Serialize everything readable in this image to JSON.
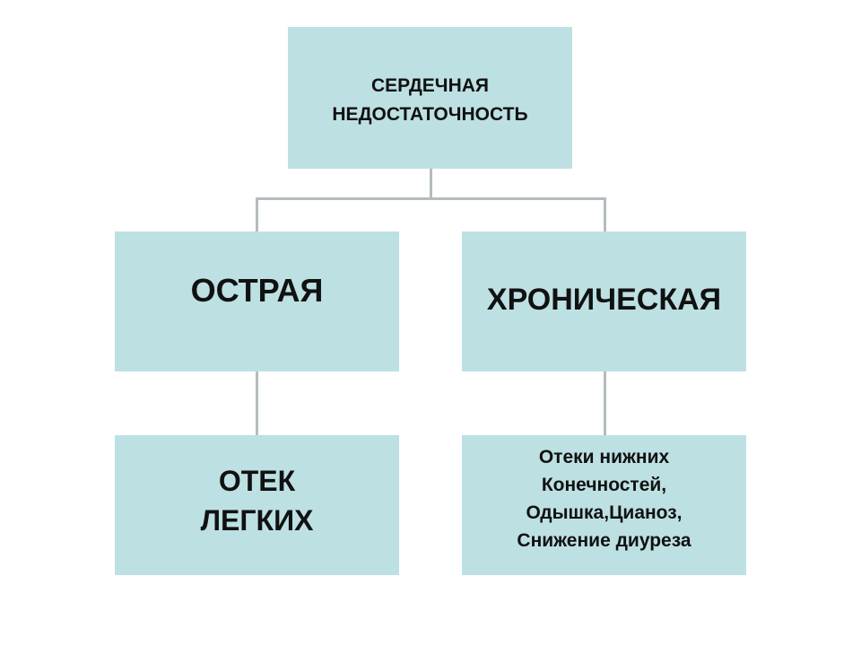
{
  "nodes": {
    "root": {
      "lines": [
        "СЕРДЕЧНАЯ",
        "НЕДОСТАТОЧНОСТЬ"
      ]
    },
    "acute": {
      "lines": [
        "ОСТРАЯ"
      ]
    },
    "chronic": {
      "lines": [
        "ХРОНИЧЕСКАЯ"
      ]
    },
    "acute_symptoms": {
      "lines": [
        "ОТЕК",
        "ЛЕГКИХ"
      ]
    },
    "chronic_symptoms": {
      "lines": [
        "Отеки нижних",
        "Конечностей,",
        "Одышка,Цианоз,",
        "Снижение диуреза"
      ]
    }
  },
  "colors": {
    "box_fill": "#bde0e3",
    "connector": "#b3bcbe",
    "text": "#111111"
  }
}
